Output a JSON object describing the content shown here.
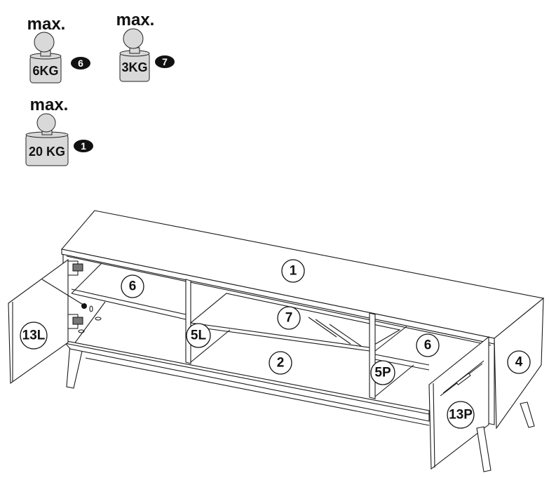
{
  "load_limits": [
    {
      "prefix": "max.",
      "weight": "6KG",
      "part": "6"
    },
    {
      "prefix": "max.",
      "weight": "3KG",
      "part": "7"
    },
    {
      "prefix": "max.",
      "weight": "20 KG",
      "part": "1"
    }
  ],
  "part_labels": {
    "top": "1",
    "bottom": "2",
    "side_right": "4",
    "divider_left": "5L",
    "divider_right": "5P",
    "shelf_left": "6",
    "shelf_right": "6",
    "glass_shelf": "7",
    "door_left": "13L",
    "door_right": "13P"
  },
  "colors": {
    "line": "#1a1a1a",
    "weight_fill": "#d9d9d9",
    "badge": "#111111"
  }
}
